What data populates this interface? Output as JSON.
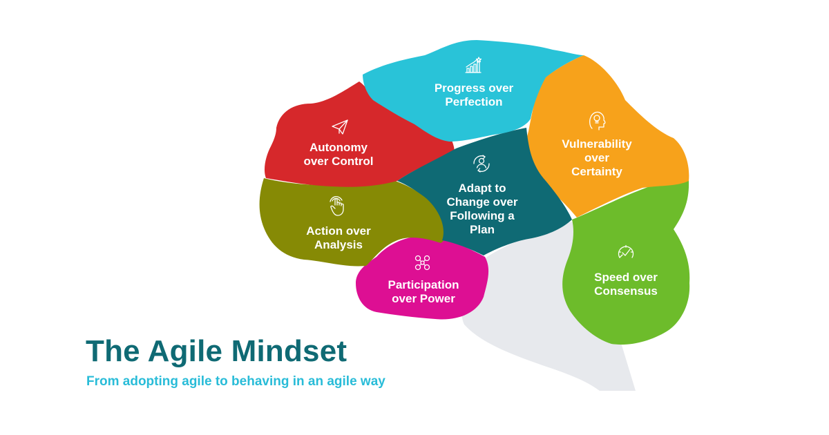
{
  "title": "The Agile Mindset",
  "subtitle": "From adopting agile to behaving in an agile way",
  "lobes": {
    "progress": {
      "lines": [
        "Progress over",
        "Perfection"
      ],
      "color": "#29c3d8",
      "icon": "growth-chart-star-icon"
    },
    "autonomy": {
      "lines": [
        "Autonomy",
        "over Control"
      ],
      "color": "#d6282b",
      "icon": "paper-plane-icon"
    },
    "vulnerability": {
      "lines": [
        "Vulnerability",
        "over",
        "Certainty"
      ],
      "color": "#f7a21b",
      "icon": "lightbulb-head-icon"
    },
    "adapt": {
      "lines": [
        "Adapt to",
        "Change over",
        "Following a",
        "Plan"
      ],
      "color": "#0f6a74",
      "icon": "person-cycle-icon"
    },
    "action": {
      "lines": [
        "Action over",
        "Analysis"
      ],
      "color": "#868a05",
      "icon": "tap-hand-icon"
    },
    "speed": {
      "lines": [
        "Speed over",
        "Consensus"
      ],
      "color": "#6dbc2b",
      "icon": "speedometer-check-icon"
    },
    "participation": {
      "lines": [
        "Participation",
        "over Power"
      ],
      "color": "#dd0f93",
      "icon": "people-network-icon"
    }
  },
  "colors": {
    "brainstem": "#e7e9ed",
    "title": "#0f6a74",
    "subtitle": "#29bcd8"
  }
}
